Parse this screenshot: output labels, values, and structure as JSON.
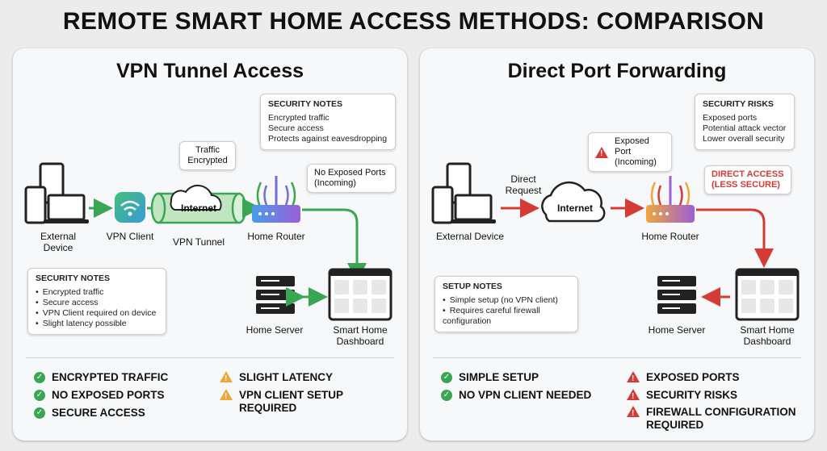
{
  "title": "REMOTE SMART HOME ACCESS METHODS: COMPARISON",
  "left": {
    "title": "VPN Tunnel Access",
    "labels": {
      "external_device": "External Device",
      "vpn_client": "VPN Client",
      "vpn_tunnel": "VPN Tunnel",
      "internet": "Internet",
      "home_router": "Home Router",
      "home_server": "Home Server",
      "dashboard": "Smart Home Dashboard"
    },
    "traffic_bubble": "Traffic Encrypted",
    "ports_bubble": "No Exposed Ports (Incoming)",
    "security_top": {
      "title": "SECURITY NOTES",
      "items": [
        "Encrypted traffic",
        "Secure access",
        "Protects against eavesdropping"
      ]
    },
    "security_bottom": {
      "title": "SECURITY NOTES",
      "items": [
        "Encrypted traffic",
        "Secure access",
        "VPN Client required on device",
        "Slight latency possible"
      ]
    },
    "pros": [
      "ENCRYPTED TRAFFIC",
      "NO EXPOSED PORTS",
      "SECURE ACCESS"
    ],
    "cons": [
      "SLIGHT LATENCY",
      "VPN CLIENT SETUP REQUIRED"
    ]
  },
  "right": {
    "title": "Direct Port Forwarding",
    "labels": {
      "external_device": "External Device",
      "direct_request": "Direct Request",
      "internet": "Internet",
      "home_router": "Home Router",
      "home_server": "Home Server",
      "dashboard": "Smart Home Dashboard"
    },
    "exposed_bubble": "Exposed Port (Incoming)",
    "direct_access": "DIRECT ACCESS (LESS SECURE)",
    "risks": {
      "title": "SECURITY RISKS",
      "items": [
        "Exposed ports",
        "Potential attack vector",
        "Lower overall security"
      ]
    },
    "setup": {
      "title": "SETUP NOTES",
      "items": [
        "Simple setup (no VPN client)",
        "Requires careful firewall configuration"
      ]
    },
    "pros": [
      "SIMPLE SETUP",
      "NO VPN CLIENT NEEDED"
    ],
    "cons": [
      "EXPOSED PORTS",
      "SECURITY RISKS",
      "FIREWALL CONFIGURATION REQUIRED"
    ]
  },
  "colors": {
    "green": "#3aa654",
    "red": "#d33b34",
    "amber": "#f0a53a",
    "router_purple": "#6e6fd8"
  }
}
